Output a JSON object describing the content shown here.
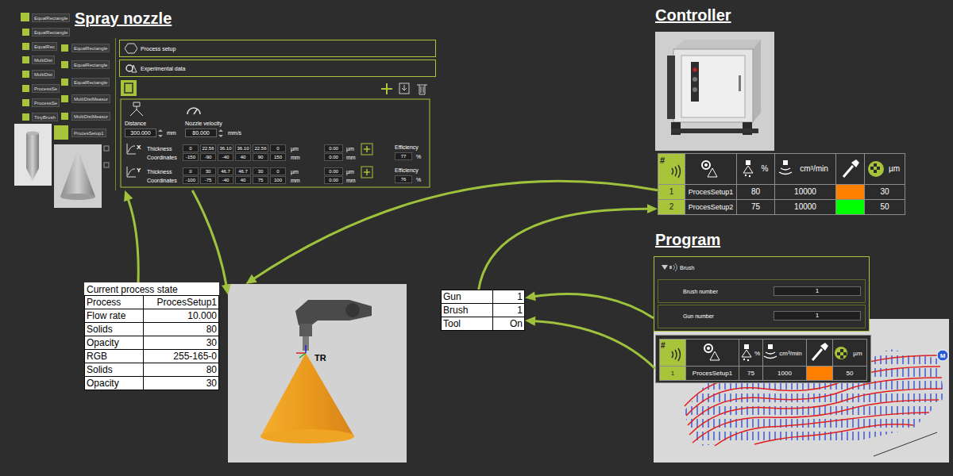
{
  "diagram": {
    "nodes": [
      {
        "text": [
          "Spray nozzle"
        ]
      },
      {
        "text": [
          "Process setup"
        ],
        "in": 0
      },
      {
        "text": [
          "Experimental data"
        ],
        "in": 0
      },
      {
        "text": [
          "Current process state",
          "Process",
          "ProcesSetup1",
          "Flow rate",
          "10.000",
          "Solids",
          "80",
          "Opacity",
          "30",
          "RGB",
          "255-165-0",
          "Solids",
          "80",
          "Opacity",
          "30"
        ]
      },
      {
        "text": [
          "TR"
        ]
      },
      {
        "text": [
          "Controller"
        ]
      },
      {
        "text": [
          "#",
          "%",
          "cm³/min",
          "µm",
          "1",
          "ProcesSetup1",
          "80",
          "10000",
          "30",
          "2",
          "ProcesSetup2",
          "75",
          "10000",
          "50"
        ]
      },
      {
        "text": [
          "Gun",
          "1",
          "Brush",
          "1",
          "Tool",
          "On"
        ]
      },
      {
        "text": [
          "Program",
          "Brush",
          "Brush number",
          "1",
          "Gun number",
          "1"
        ]
      },
      {
        "text": [
          "#",
          "%",
          "cm³/min",
          "µm",
          "1",
          "ProcesSetup1",
          "75",
          "1000",
          "50"
        ]
      }
    ],
    "edges": [
      {
        "from": 3,
        "to": 0,
        "arrow": "to"
      },
      {
        "from": 0,
        "to": 4,
        "arrow": "to"
      },
      {
        "from": 6,
        "to": 4,
        "arrow": "to"
      },
      {
        "from": 7,
        "to": 6,
        "arrow": "to"
      },
      {
        "from": 8,
        "to": 7,
        "arrow": "to"
      },
      {
        "from": 9,
        "to": 7,
        "arrow": "to"
      }
    ],
    "labels": [
      "EqualRectangle",
      "EqualRectangle",
      "EqualRec",
      "EqualRectangle",
      "MultiDist",
      "EqualRectangle",
      "MultiDist",
      "EqualRectangle",
      "ProcessSe",
      "MultiDistMeasur",
      "ProcessSe",
      "MultiDistMeasur",
      "TinyBrush",
      "ProcesSetup1",
      "Distance",
      "Nozzle velocity",
      "300.000",
      "mm",
      "80.000",
      "mm/s",
      "X",
      "Thickness",
      "0",
      "22.56",
      "36.10",
      "36.10",
      "22.56",
      "0",
      "µm",
      "0.00",
      "µm",
      "Efficiency",
      "Coordinates",
      "-150",
      "-90",
      "-40",
      "40",
      "90",
      "150",
      "mm",
      "0.00",
      "mm",
      "77",
      "%",
      "Y",
      "Thickness",
      "0",
      "30",
      "46.7",
      "46.7",
      "30",
      "0",
      "µm",
      "0.00",
      "µm",
      "Efficiency",
      "Coordinates",
      "-100",
      "-75",
      "-40",
      "40",
      "75",
      "100",
      "mm",
      "0.00",
      "mm",
      "76",
      "%",
      "M"
    ]
  }
}
